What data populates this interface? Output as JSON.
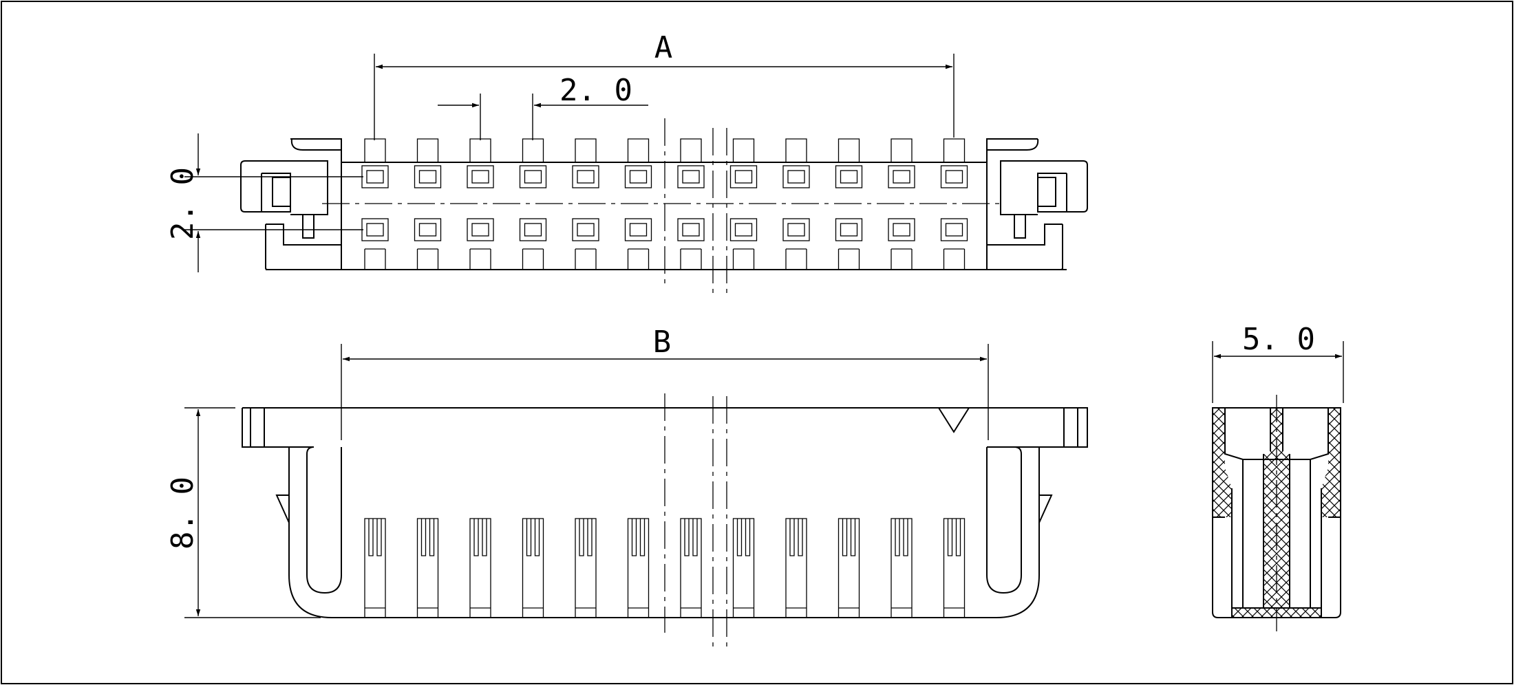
{
  "labels": {
    "dim_a": "A",
    "dim_b": "B",
    "pitch_h": "2. 0",
    "pitch_v": "2. 0",
    "height": "8. 0",
    "width": "5. 0"
  },
  "pin_count_per_row": 12
}
